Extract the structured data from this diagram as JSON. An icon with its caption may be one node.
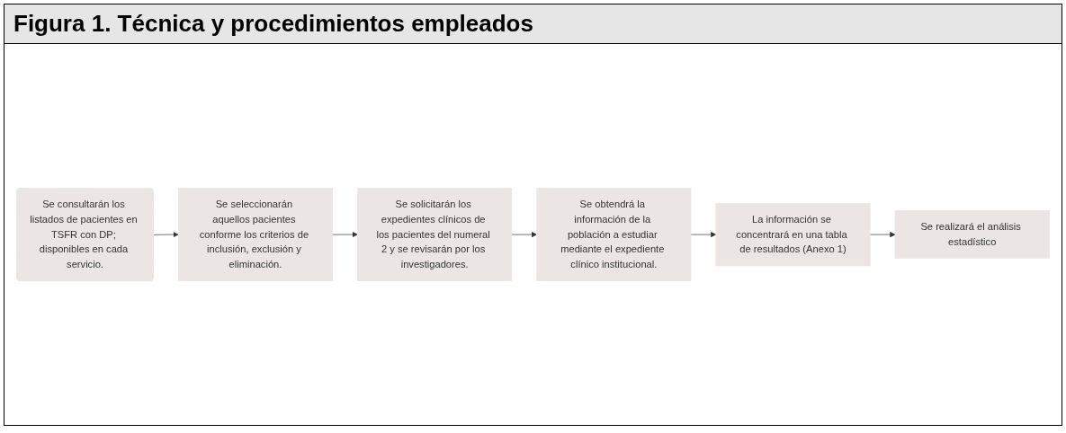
{
  "diagram": {
    "title": "Figura 1. Técnica y procedimientos empleados",
    "nodes": [
      {
        "text": [
          "Se consultarán los listados de pacientes en TSFR con DP; disponibles en cada servicio."
        ]
      },
      {
        "text": [
          "Se seleccionarán aquellos pacientes conforme los criterios de inclusión, exclusión y eliminación."
        ]
      },
      {
        "text": [
          "Se solicitarán los expedientes clínicos de los pacientes del numeral 2 y se revisarán por los investigadores."
        ]
      },
      {
        "text": [
          "Se obtendrá la información de la población a estudiar mediante el expediente clínico institucional."
        ]
      },
      {
        "text": [
          "La información se concentrará en una tabla de resultados (Anexo 1)"
        ]
      },
      {
        "text": [
          "Se realizará el análisis estadístico"
        ]
      }
    ],
    "edges": [
      {
        "from": 0,
        "to": 1,
        "arrow": "to"
      },
      {
        "from": 1,
        "to": 2,
        "arrow": "to"
      },
      {
        "from": 2,
        "to": 3,
        "arrow": "to"
      },
      {
        "from": 3,
        "to": 4,
        "arrow": "to"
      },
      {
        "from": 4,
        "to": 5,
        "arrow": "to"
      }
    ]
  }
}
